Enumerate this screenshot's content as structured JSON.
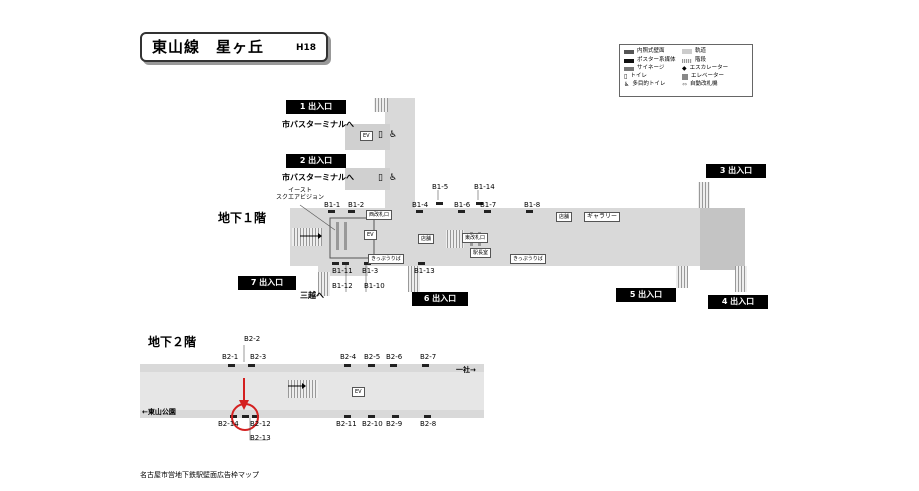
{
  "title": {
    "main": "東山線　星ヶ丘",
    "code": "H18"
  },
  "legend": [
    {
      "label": "内照式壁面",
      "icon": "inner-lit-wall-icon"
    },
    {
      "label": "ポスター系媒体",
      "icon": "poster-media-icon"
    },
    {
      "label": "サイネージ",
      "icon": "signage-icon"
    },
    {
      "label": "トイレ",
      "icon": "toilet-icon"
    },
    {
      "label": "多目的トイレ",
      "icon": "multipurpose-toilet-icon"
    },
    {
      "label": "軌道",
      "icon": "track-icon"
    },
    {
      "label": "階段",
      "icon": "stairs-icon"
    },
    {
      "label": "エスカレーター",
      "icon": "escalator-icon"
    },
    {
      "label": "エレベーター",
      "icon": "elevator-icon"
    },
    {
      "label": "自動改札機",
      "icon": "ticket-gate-icon"
    }
  ],
  "floors": {
    "b1": "地下１階",
    "b2": "地下２階"
  },
  "exits": {
    "e1": "1 出入口",
    "e2": "2 出入口",
    "e3": "3 出入口",
    "e4": "4 出入口",
    "e5": "5 出入口",
    "e6": "6 出入口",
    "e7": "7 出入口"
  },
  "directions": {
    "bus1": "市バスターミナルへ",
    "bus2": "市バスターミナルへ",
    "mitsukoshi": "三越へ",
    "east_square": "イースト\nスクエアビジョン",
    "issha": "一社→",
    "higashiyama_park": "←東山公園"
  },
  "facilities": {
    "ev1": "EV",
    "ev2": "EV",
    "ev3": "EV",
    "west_gate": "西改札口",
    "east_gate": "東改札口",
    "kippu1": "きっぷうりば",
    "kippu2": "きっぷうりば",
    "shop1": "店舗",
    "gallery": "ギャラリー",
    "shop2": "店舗",
    "station_office": "駅長室"
  },
  "b1_codes": {
    "b1_1": "B1-1",
    "b1_2": "B1-2",
    "b1_3": "B1-3",
    "b1_4": "B1-4",
    "b1_5": "B1-5",
    "b1_6": "B1-6",
    "b1_7": "B1-7",
    "b1_8": "B1-8",
    "b1_10": "B1-10",
    "b1_11": "B1-11",
    "b1_12": "B1-12",
    "b1_13": "B1-13",
    "b1_14": "B1-14"
  },
  "b2_codes": {
    "b2_1": "B2-1",
    "b2_2": "B2-2",
    "b2_3": "B2-3",
    "b2_4": "B2-4",
    "b2_5": "B2-5",
    "b2_6": "B2-6",
    "b2_7": "B2-7",
    "b2_8": "B2-8",
    "b2_9": "B2-9",
    "b2_10": "B2-10",
    "b2_11": "B2-11",
    "b2_12": "B2-12",
    "b2_13": "B2-13",
    "b2_14": "B2-14"
  },
  "footer": "名古屋市営地下鉄駅壁面広告枠マップ",
  "colors": {
    "highlight": "#d42020",
    "floor": "#d9d9d9",
    "dark": "#b0b0b0"
  }
}
